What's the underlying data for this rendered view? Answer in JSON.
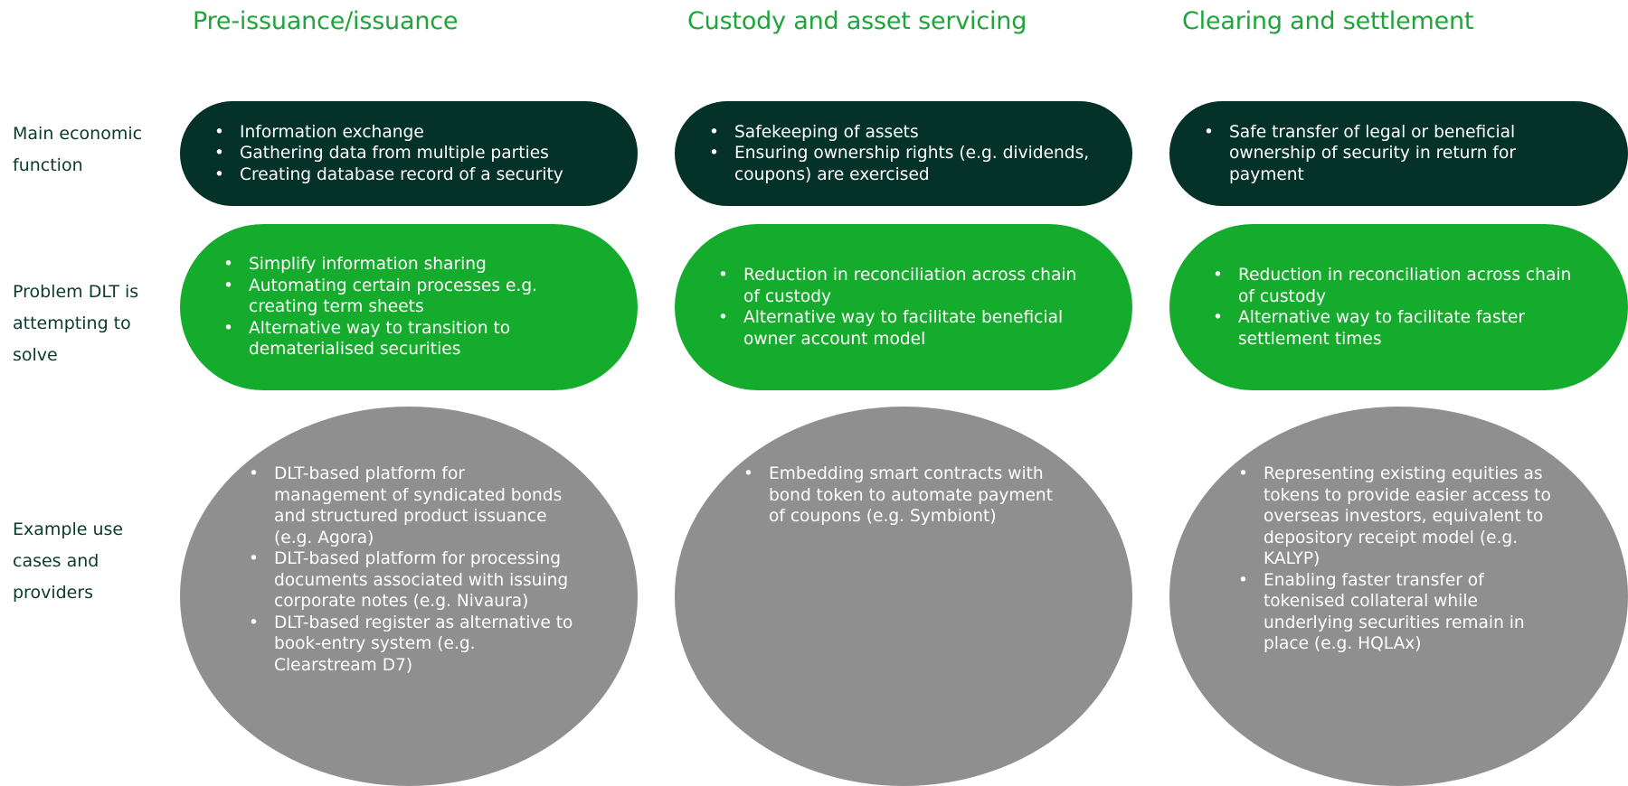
{
  "columns": [
    {
      "title": "Pre-issuance/issuance",
      "function": [
        "Information exchange",
        "Gathering data from multiple parties",
        "Creating database record of a security"
      ],
      "problem": [
        "Simplify information sharing",
        "Automating certain processes e.g. creating term sheets",
        "Alternative way to transition to dematerialised securities"
      ],
      "examples": [
        "DLT-based platform for management of syndicated bonds and structured product issuance (e.g. Agora)",
        "DLT-based platform for processing documents associated with issuing corporate notes (e.g. Nivaura)",
        "DLT-based register as alternative to book-entry system (e.g. Clearstream D7)"
      ]
    },
    {
      "title": "Custody and asset servicing",
      "function": [
        "Safekeeping of assets",
        "Ensuring ownership rights (e.g. dividends, coupons) are exercised"
      ],
      "problem": [
        "Reduction in reconciliation across chain of custody",
        "Alternative way to facilitate beneficial owner account model"
      ],
      "examples": [
        "Embedding smart contracts with bond token to automate payment of coupons (e.g. Symbiont)"
      ]
    },
    {
      "title": "Clearing and settlement",
      "function": [
        "Safe transfer of legal or beneficial ownership of security in return for payment"
      ],
      "problem": [
        "Reduction in reconciliation across chain of custody",
        "Alternative way to facilitate faster settlement times"
      ],
      "examples": [
        "Representing existing equities as tokens to provide easier access to overseas investors, equivalent to depository receipt model (e.g. KALYP)",
        "Enabling faster transfer of tokenised collateral while underlying securities remain in place (e.g. HQLAx)"
      ]
    }
  ],
  "rows": {
    "function": "Main economic function",
    "problem": "Problem DLT is attempting to solve",
    "examples": "Example use cases and providers"
  },
  "colors": {
    "header_green": "#1ea53a",
    "dark_pill": "#043229",
    "green_pill": "#15ab2c",
    "grey_oval": "#8f8f8f",
    "label_text": "#0b3a2e"
  }
}
